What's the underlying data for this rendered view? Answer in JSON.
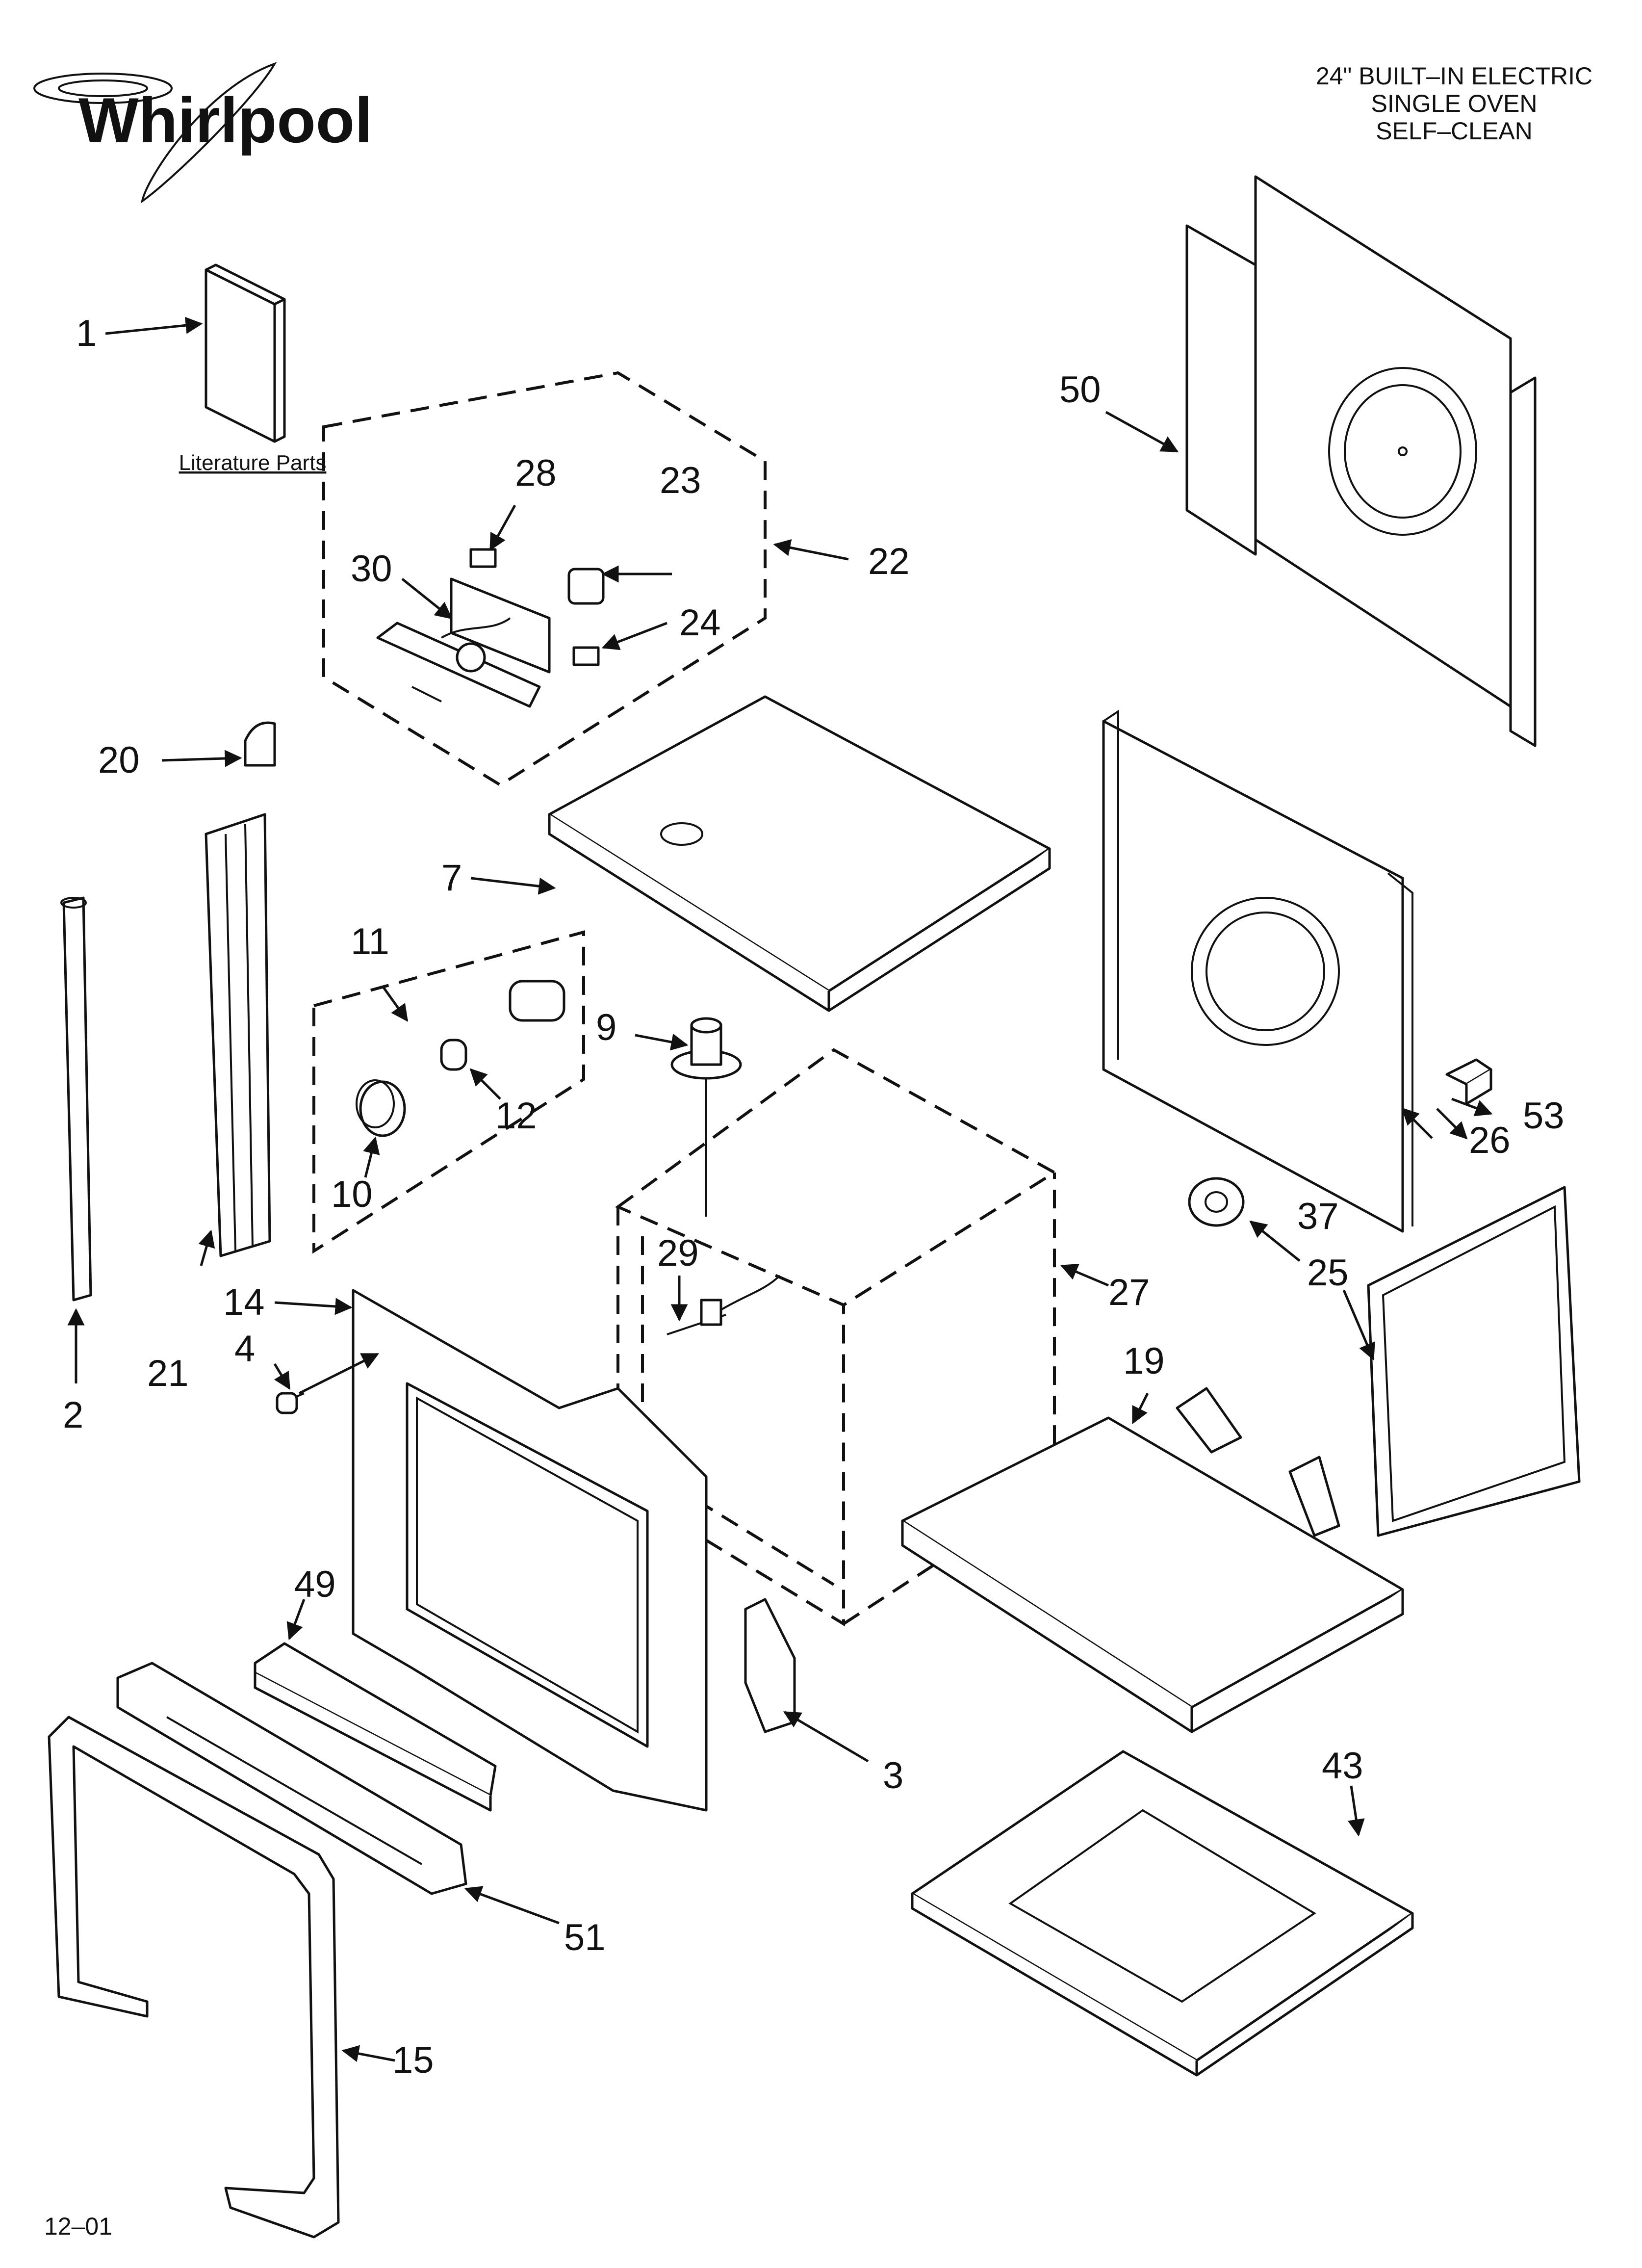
{
  "brand": {
    "name": "Whirlpool",
    "color": "#111111"
  },
  "header": {
    "title_line1": "24\" BUILT–IN ELECTRIC",
    "title_line2": "SINGLE OVEN",
    "title_line3": "SELF–CLEAN"
  },
  "literature_label": "Literature Parts",
  "date_code": "12–01",
  "callouts": {
    "c1": "1",
    "c2": "2",
    "c3": "3",
    "c4": "4",
    "c7": "7",
    "c9": "9",
    "c10": "10",
    "c11": "11",
    "c12": "12",
    "c14": "14",
    "c15": "15",
    "c19": "19",
    "c20": "20",
    "c21": "21",
    "c22": "22",
    "c23": "23",
    "c24": "24",
    "c25": "25",
    "c26": "26",
    "c27": "27",
    "c28": "28",
    "c29": "29",
    "c30": "30",
    "c37": "37",
    "c43": "43",
    "c49": "49",
    "c50": "50",
    "c51": "51",
    "c53": "53"
  }
}
